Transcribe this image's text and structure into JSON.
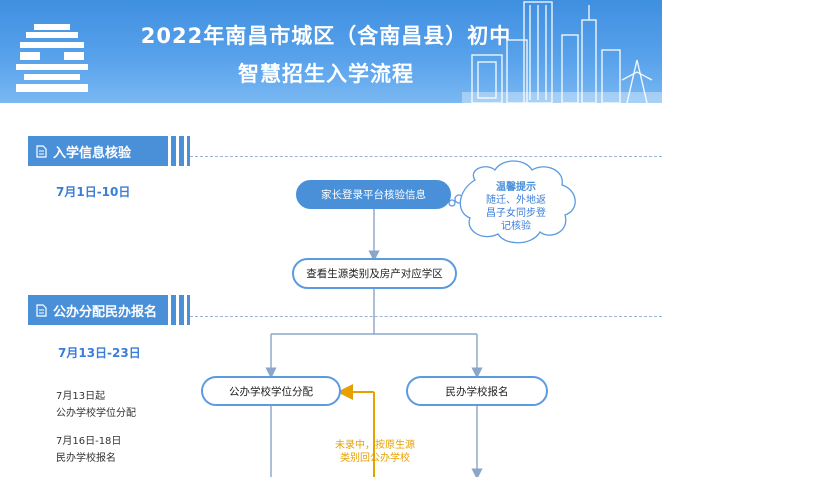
{
  "banner": {
    "title_line1": "2022年南昌市城区（含南昌县）初中",
    "title_line2": "智慧招生入学流程"
  },
  "sections": [
    {
      "label": "入学信息核验",
      "date": "7月1日-10日"
    },
    {
      "label": "公办分配民办报名",
      "date": "7月13日-23日"
    }
  ],
  "notes": {
    "public_date": "7月13日起",
    "public_text": "公办学校学位分配",
    "private_date": "7月16日-18日",
    "private_text": "民办学校报名"
  },
  "flow": {
    "step1": "家长登录平台核验信息",
    "tip_title": "温馨提示",
    "tip_line1": "随迁、外地返",
    "tip_line2": "昌子女同步登",
    "tip_line3": "记核验",
    "step2": "查看生源类别及房产对应学区",
    "branch_public": "公办学校学位分配",
    "branch_private": "民办学校报名",
    "orange_line1": "未录中，按原生源",
    "orange_line2": "类别回公办学校"
  },
  "colors": {
    "primary": "#4a90d9",
    "accent": "#e6a100"
  }
}
